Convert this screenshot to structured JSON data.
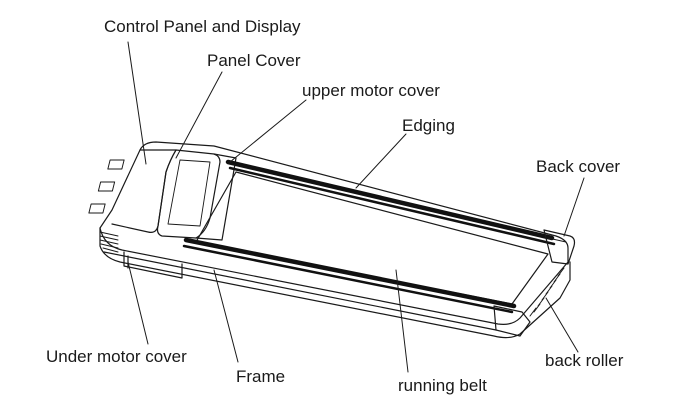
{
  "labels": {
    "control_panel": "Control Panel and Display",
    "panel_cover": "Panel Cover",
    "upper_motor_cover": "upper motor cover",
    "edging": "Edging",
    "back_cover": "Back cover",
    "under_motor_cover": "Under motor cover",
    "frame": "Frame",
    "running_belt": "running belt",
    "back_roller": "back roller"
  },
  "colors": {
    "line": "#1a1a1a",
    "rail": "#111111",
    "body_fill": "#ffffff"
  }
}
